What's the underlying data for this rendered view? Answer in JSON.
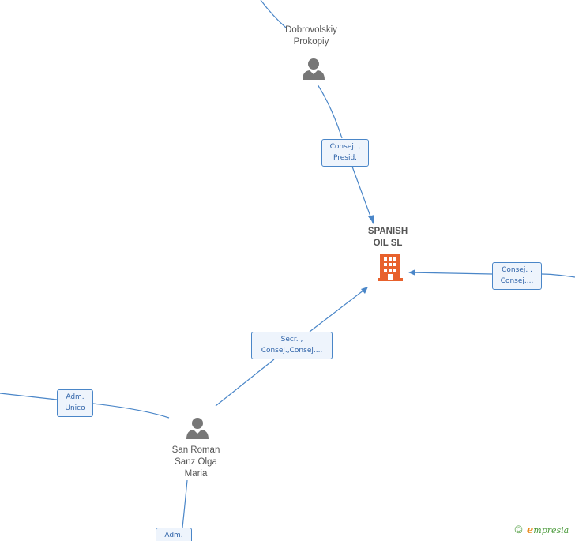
{
  "nodes": {
    "company": {
      "name": "SPANISH\nOIL SL",
      "icon": "building-icon",
      "color": "#e8612c"
    },
    "dobrovolskiy": {
      "name": "Dobrovolskiy\nProkopiy",
      "icon": "person-icon"
    },
    "sanroman": {
      "name": "San Roman\nSanz Olga\nMaria",
      "icon": "person-icon"
    }
  },
  "edges": {
    "consej_presid": "Consej. ,\nPresid.",
    "consej_right": "Consej. ,\nConsej....",
    "secr": "Secr. ,\nConsej.,Consej....",
    "adm_unico": "Adm.\nUnico",
    "adm_bottom": "Adm."
  },
  "colors": {
    "edge": "#4a86c8",
    "person": "#777777",
    "company": "#e8612c"
  },
  "brand": {
    "copyright": "©",
    "e": "e",
    "rest": "mpresia"
  }
}
